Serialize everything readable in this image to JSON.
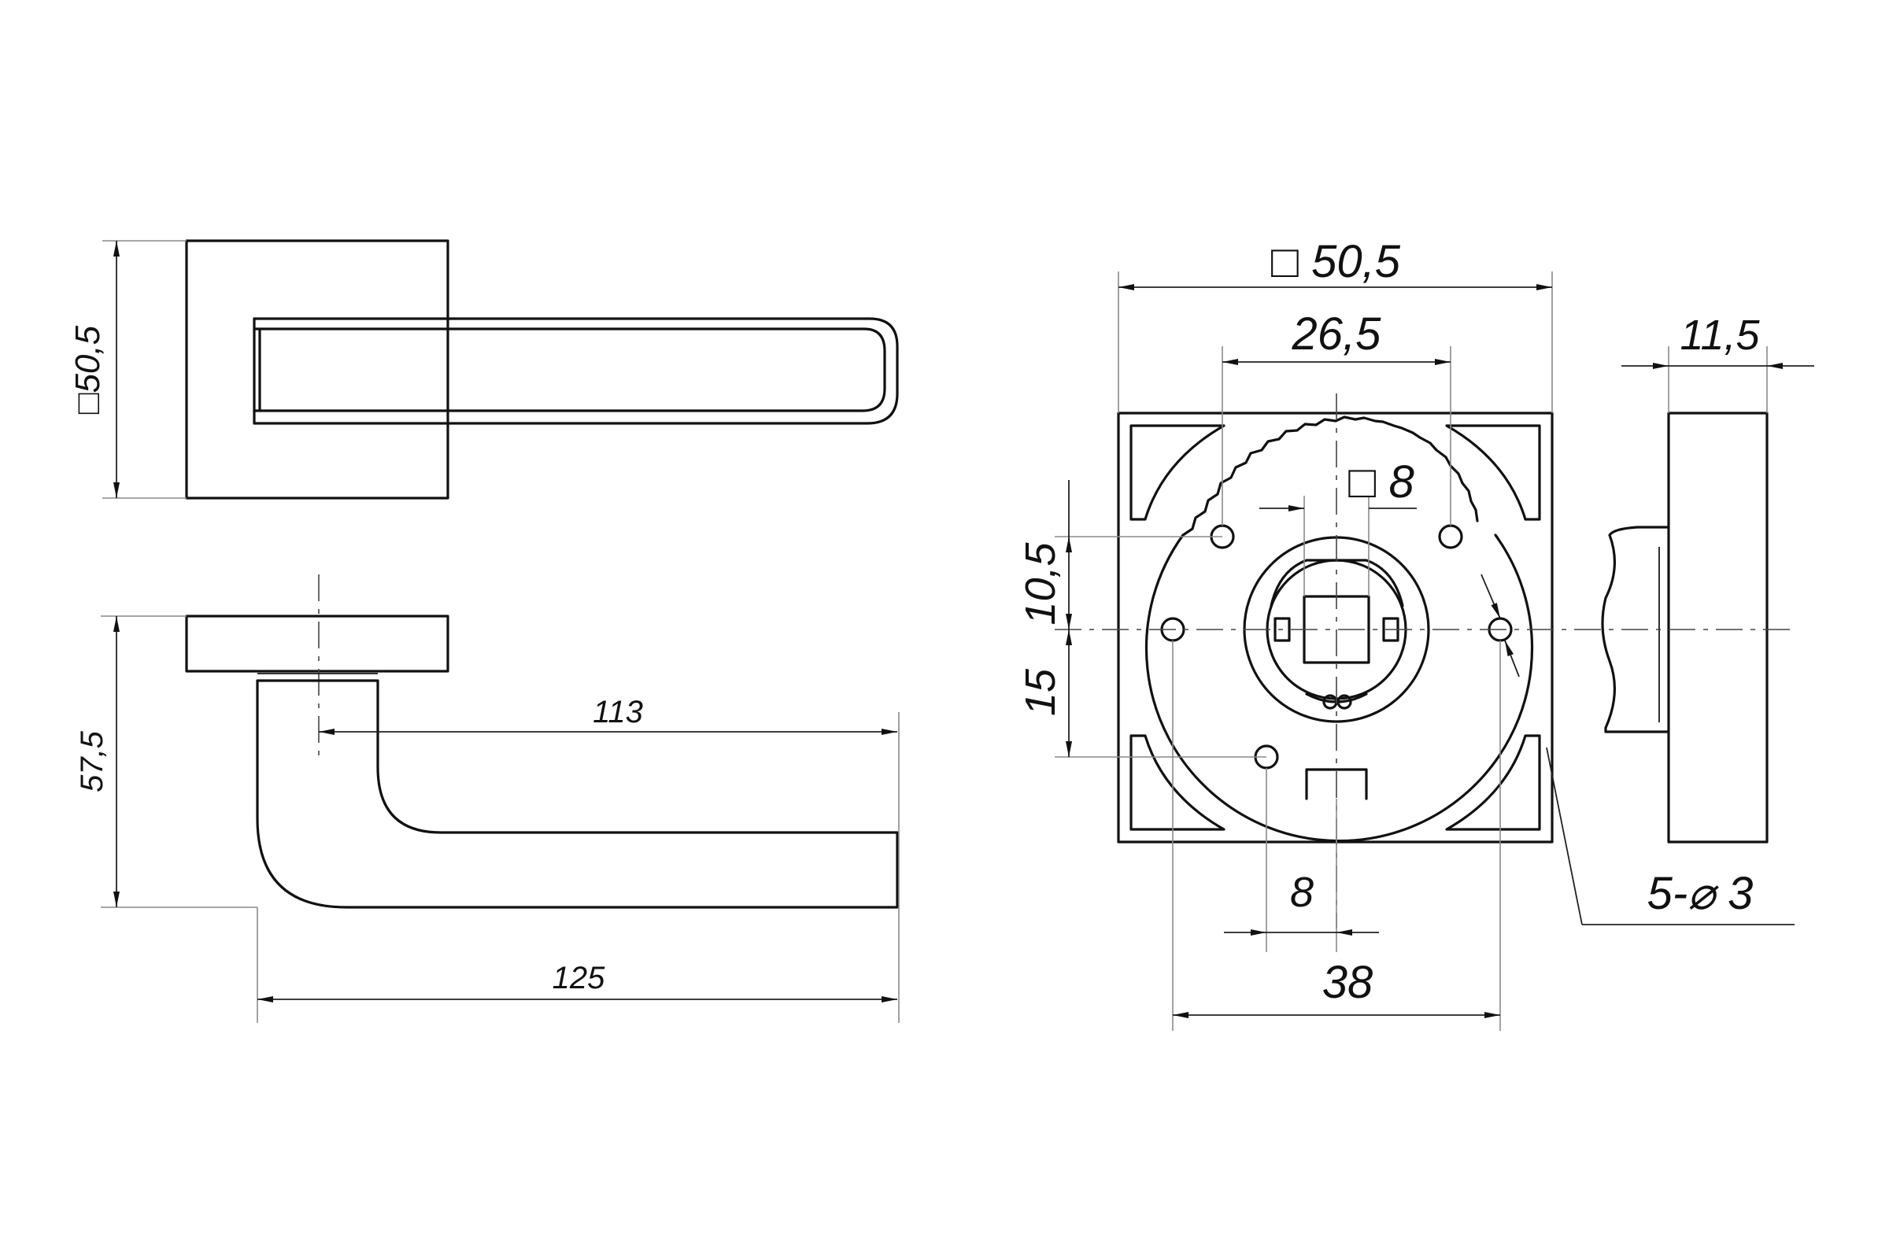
{
  "top_view": {
    "rose_size_label": "□50,5"
  },
  "side_view": {
    "height_label": "57,5",
    "projection_label": "113",
    "length_label": "125"
  },
  "rose_view": {
    "width_label": "□ 50,5",
    "hole_span_label": "26,5",
    "spindle_label": "□ 8",
    "upper_offset_label": "10,5",
    "lower_offset_label": "15",
    "bottom_offset_label": "8",
    "base_width_label": "38",
    "holes_label": "5-⌀ 3"
  },
  "profile_view": {
    "thickness_label": "11,5"
  }
}
